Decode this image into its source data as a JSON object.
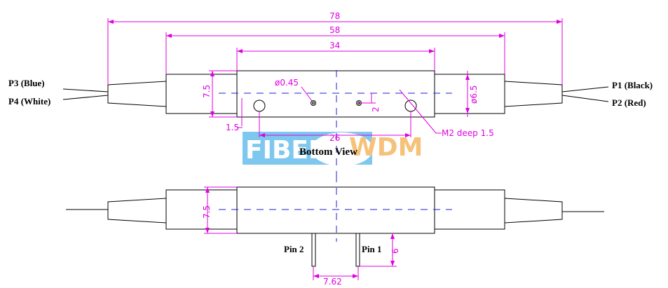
{
  "ports": {
    "p3": "P3 (Blue)",
    "p4": "P4 (White)",
    "p1": "P1 (Black)",
    "p2": "P2 (Red)"
  },
  "dimensions": {
    "d78": "78",
    "d58": "58",
    "d34": "34",
    "d7_5_top": "7.5",
    "d7_5_side": "7.5",
    "hole": "ø0.45",
    "dia6_5": "ø6.5",
    "d2": "2",
    "d1_5": "1.5",
    "d26": "26",
    "mount": "M2 deep 1.5",
    "d6": "6",
    "pitch": "7.62"
  },
  "views": {
    "bottom": "Bottom View"
  },
  "pins": {
    "pin1": "Pin 1",
    "pin2": "Pin 2"
  },
  "watermark": {
    "left": "FIBER",
    "right": "WDM",
    "left_bg": "#7ec8f0",
    "right_color": "#f6c27a"
  },
  "colors": {
    "dimension": "#e000e0",
    "centerline": "#2020d0",
    "outline": "#000000"
  }
}
